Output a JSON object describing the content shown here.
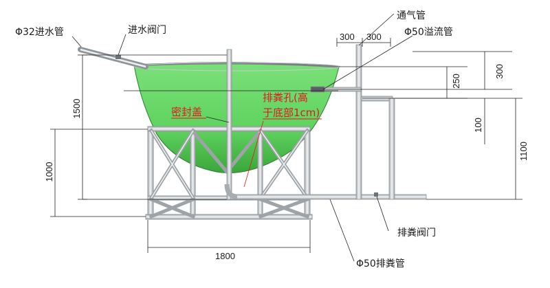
{
  "labels": {
    "vent_pipe": "通气管",
    "inlet_pipe": "Φ32进水管",
    "inlet_valve": "进水阀门",
    "overflow_pipe": "Φ50溢流管",
    "seal_cover": "密封盖",
    "drain_hole_line1": "排粪孔(高",
    "drain_hole_line2": "于底部1cm)",
    "drain_valve": "排粪阀门",
    "drain_pipe": "Φ50排粪管"
  },
  "dimensions": {
    "top_left_300": "300",
    "top_right_300": "300",
    "height_1500": "1500",
    "height_1000": "1000",
    "width_1800": "1800",
    "dim_250": "250",
    "dim_300_right": "300",
    "dim_100": "100",
    "dim_1100": "1100"
  },
  "colors": {
    "tank_fill": "#5fd35f",
    "tank_dark": "#3aa63a",
    "label_red": "#e0181e",
    "pipe": "#cfd3d6",
    "frame": "#d9dcdf"
  }
}
